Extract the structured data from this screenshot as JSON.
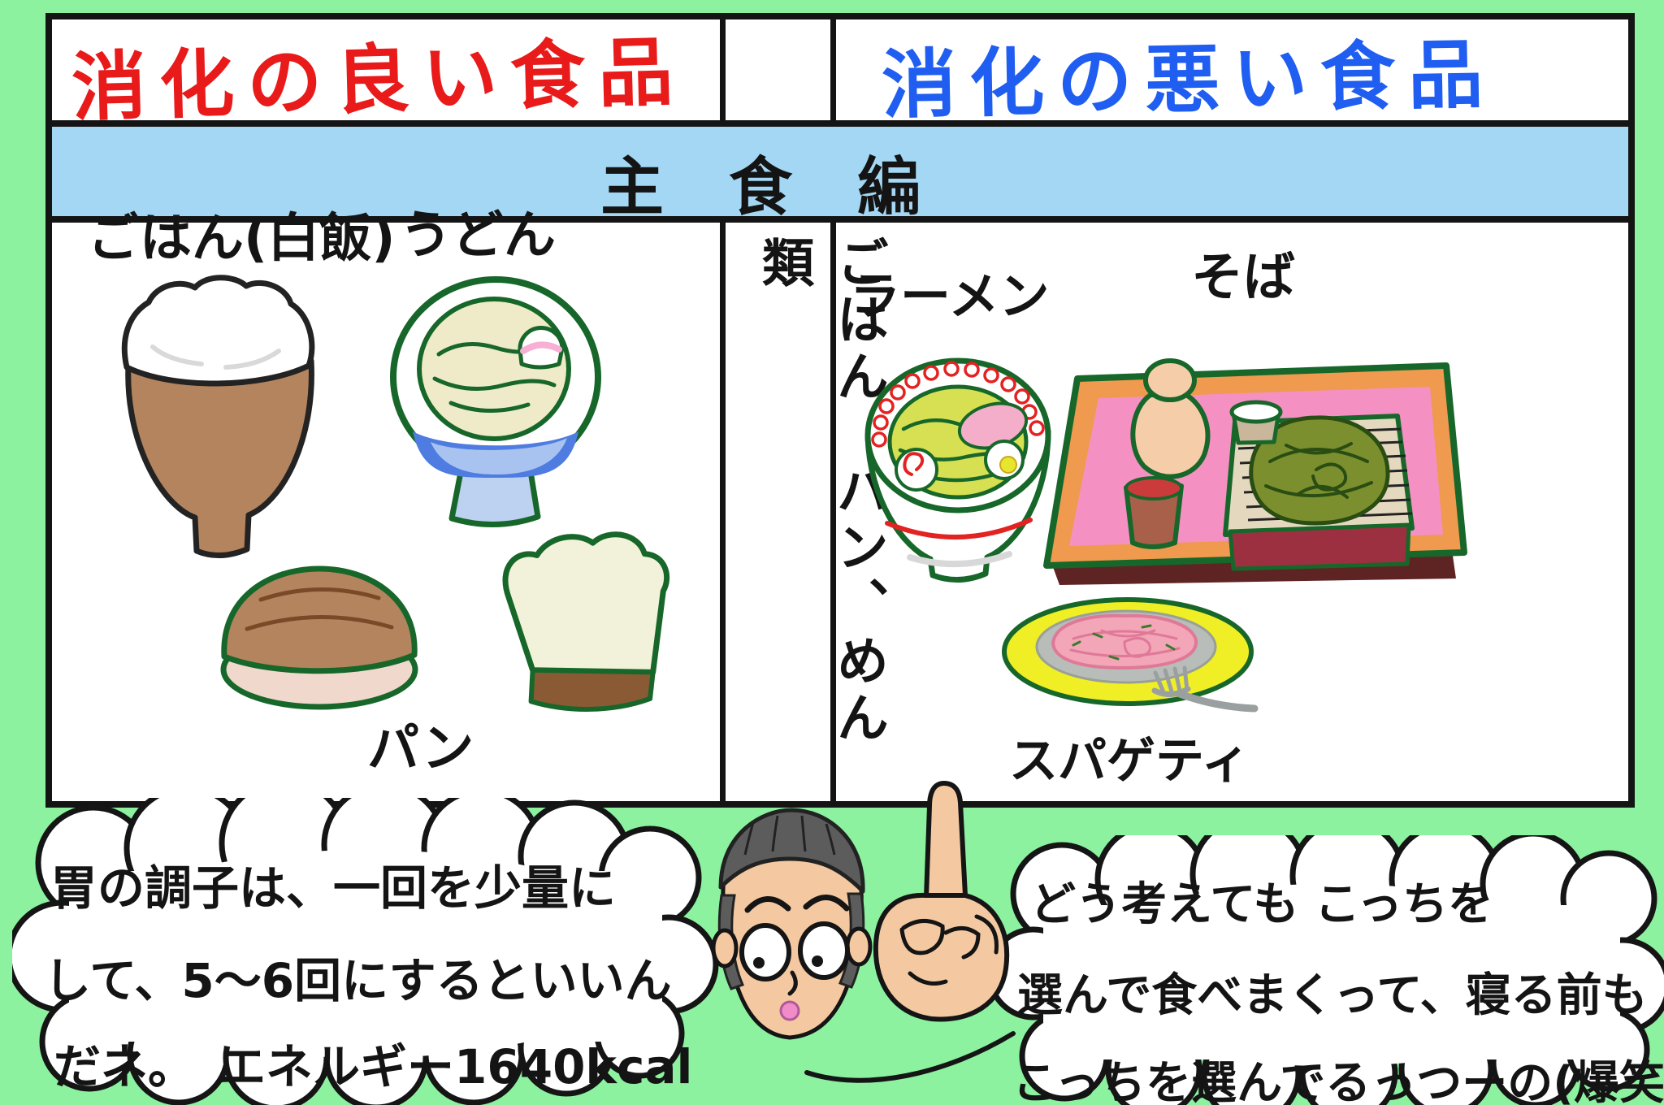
{
  "poster": {
    "colors": {
      "background": "#8cf2a0",
      "good_title": "#e81a1a",
      "bad_title": "#1f5ef0",
      "banner_bg": "#a3d7f3",
      "outline": "#141414"
    },
    "header": {
      "good_title": "消化の良い食品",
      "bad_title": "消化の悪い食品"
    },
    "banner": {
      "text": "主食編"
    },
    "category_column": {
      "vertical_text": "ごはん、パン、めん類"
    },
    "good_column": {
      "items": [
        {
          "label": "ごはん(白飯)",
          "illustration": "rice-bowl"
        },
        {
          "label": "うどん",
          "illustration": "udon-bowl"
        },
        {
          "label": "パン",
          "illustration": "bread-roll-and-toast"
        }
      ]
    },
    "bad_column": {
      "items": [
        {
          "label": "ラーメン",
          "illustration": "ramen-bowl"
        },
        {
          "label": "そば",
          "illustration": "soba-tray"
        },
        {
          "label": "スパゲティ",
          "illustration": "spaghetti-plate"
        }
      ]
    },
    "speech": {
      "left_bubble": {
        "line1": "胃の調子は、一回を少量に",
        "line2": "して、5〜6回にするといいん",
        "line3": "だネ。　エネルギー1640kcal"
      },
      "right_bubble": {
        "line1": "どう考えても こっちを",
        "line2": "選んで食べまくって、寝る前も",
        "line3": "こっちを選んでるっつーの(爆笑)。"
      }
    }
  }
}
